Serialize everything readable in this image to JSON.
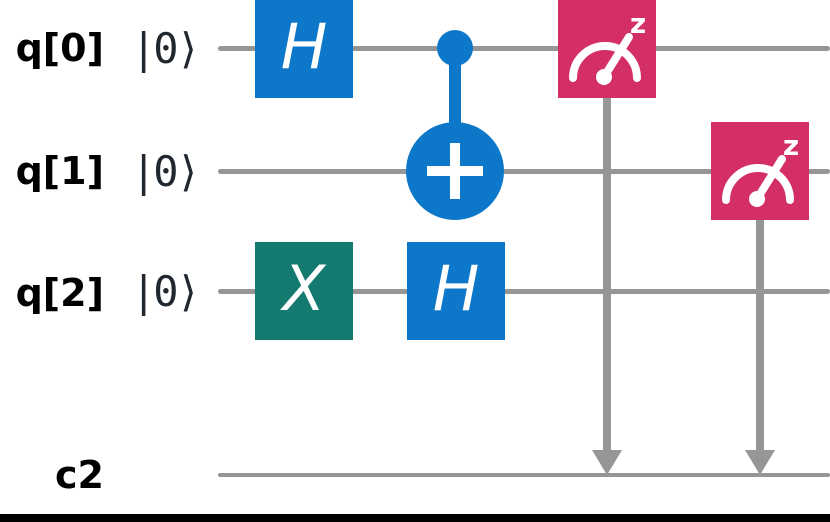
{
  "circuit": {
    "qubits": [
      {
        "label": "q[0]",
        "ket": "|0⟩"
      },
      {
        "label": "q[1]",
        "ket": "|0⟩"
      },
      {
        "label": "q[2]",
        "ket": "|0⟩"
      }
    ],
    "classical": {
      "label": "c2"
    },
    "gates": [
      {
        "name": "hadamard",
        "label": "H",
        "qubit": 0,
        "column": 1
      },
      {
        "name": "x",
        "label": "X",
        "qubit": 2,
        "column": 1
      },
      {
        "name": "cnot",
        "control": 0,
        "target": 1,
        "column": 2
      },
      {
        "name": "hadamard2",
        "label": "H",
        "qubit": 2,
        "column": 2
      },
      {
        "name": "measure",
        "superscript": "z",
        "qubit": 0,
        "column": 3
      },
      {
        "name": "measure2",
        "superscript": "z",
        "qubit": 1,
        "column": 4
      }
    ],
    "colors": {
      "gate_blue": "#0d78c9",
      "gate_teal": "#147a6f",
      "gate_magenta": "#d42e68",
      "wire_gray": "#969696",
      "ket_dark": "#21272e",
      "label_black": "#000000",
      "gate_glyph_white": "#ffffff"
    }
  }
}
